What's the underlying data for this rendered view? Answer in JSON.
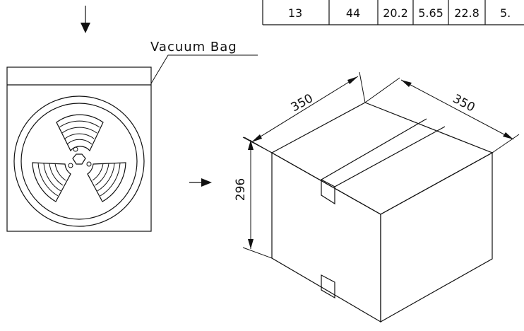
{
  "table": {
    "cells": [
      "13",
      "44",
      "20.2",
      "5.65",
      "22.8",
      "5."
    ]
  },
  "labels": {
    "vacuum_bag": "Vacuum Bag"
  },
  "dimensions": {
    "width": "350",
    "depth": "350",
    "height": "296"
  }
}
